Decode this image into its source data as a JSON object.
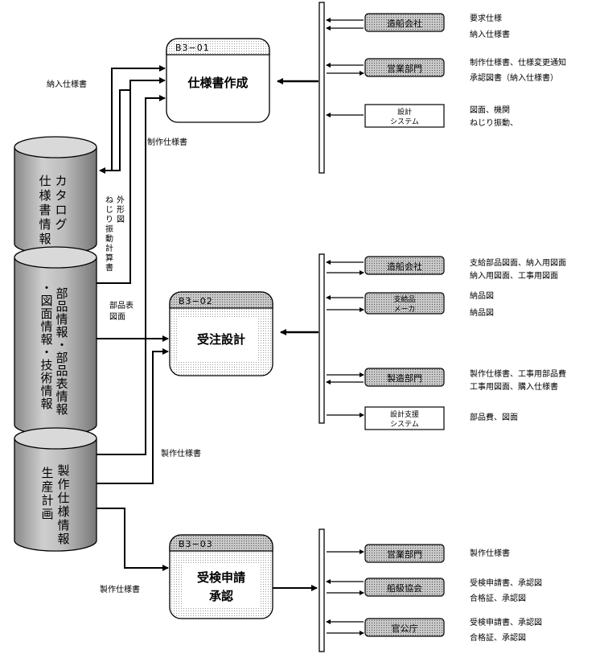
{
  "database": {
    "catalog_label": [
      "カタログ",
      "仕様書情報"
    ],
    "parts_label": [
      "部品情報・部品表情報",
      "・図面情報・技術情報"
    ],
    "production_label_a": [
      "生産",
      "計画"
    ],
    "production_label_b": [
      "製作仕様情報"
    ]
  },
  "processes": [
    {
      "code": "B3−01",
      "name": "仕様書作成"
    },
    {
      "code": "B3−02",
      "name": "受注設計"
    },
    {
      "code": "B3−03",
      "name": "受検申請",
      "name2": "承認"
    }
  ],
  "flow_labels": {
    "nounyu": "納入仕様書",
    "gaikei": [
      "外形図",
      "ねじり振動計算書"
    ],
    "seisaku_top": "制作仕様書",
    "buhinhyo": "部品表",
    "zumen": "図面",
    "seisaku_mid": "製作仕様書",
    "seisaku_bottom": "製作仕様書"
  },
  "groups": [
    {
      "entities": [
        "造船会社",
        "営業部門",
        "設計"
      ],
      "entity3_line2": "システム",
      "notes": [
        [
          "要求仕様",
          "納入仕様書"
        ],
        [
          "制作仕様書、仕様変更通知",
          "承認図書（納入仕様書）"
        ],
        [
          "図面、機関",
          "ねじり振動、"
        ]
      ]
    },
    {
      "entities": [
        "造船会社",
        "支給品",
        "製造部門",
        "設計支援"
      ],
      "entity2_line2": "メーカ",
      "entity4_line2": "システム",
      "notes": [
        [
          "支給部品図面、納入用図面",
          "納入用図面、工事用図面"
        ],
        [
          "納品図",
          "納品図"
        ],
        [
          "製作仕様書、工事用部品費",
          "工事用図面、購入仕様書"
        ],
        [
          "部品費、図面"
        ]
      ]
    },
    {
      "entities": [
        "営業部門",
        "船級協会",
        "官公庁"
      ],
      "notes": [
        [
          "製作仕様書"
        ],
        [
          "受検申請書、承認図",
          "合格証、承認図"
        ],
        [
          "受検申請書、承認図",
          "合格証、承認図"
        ]
      ]
    }
  ]
}
